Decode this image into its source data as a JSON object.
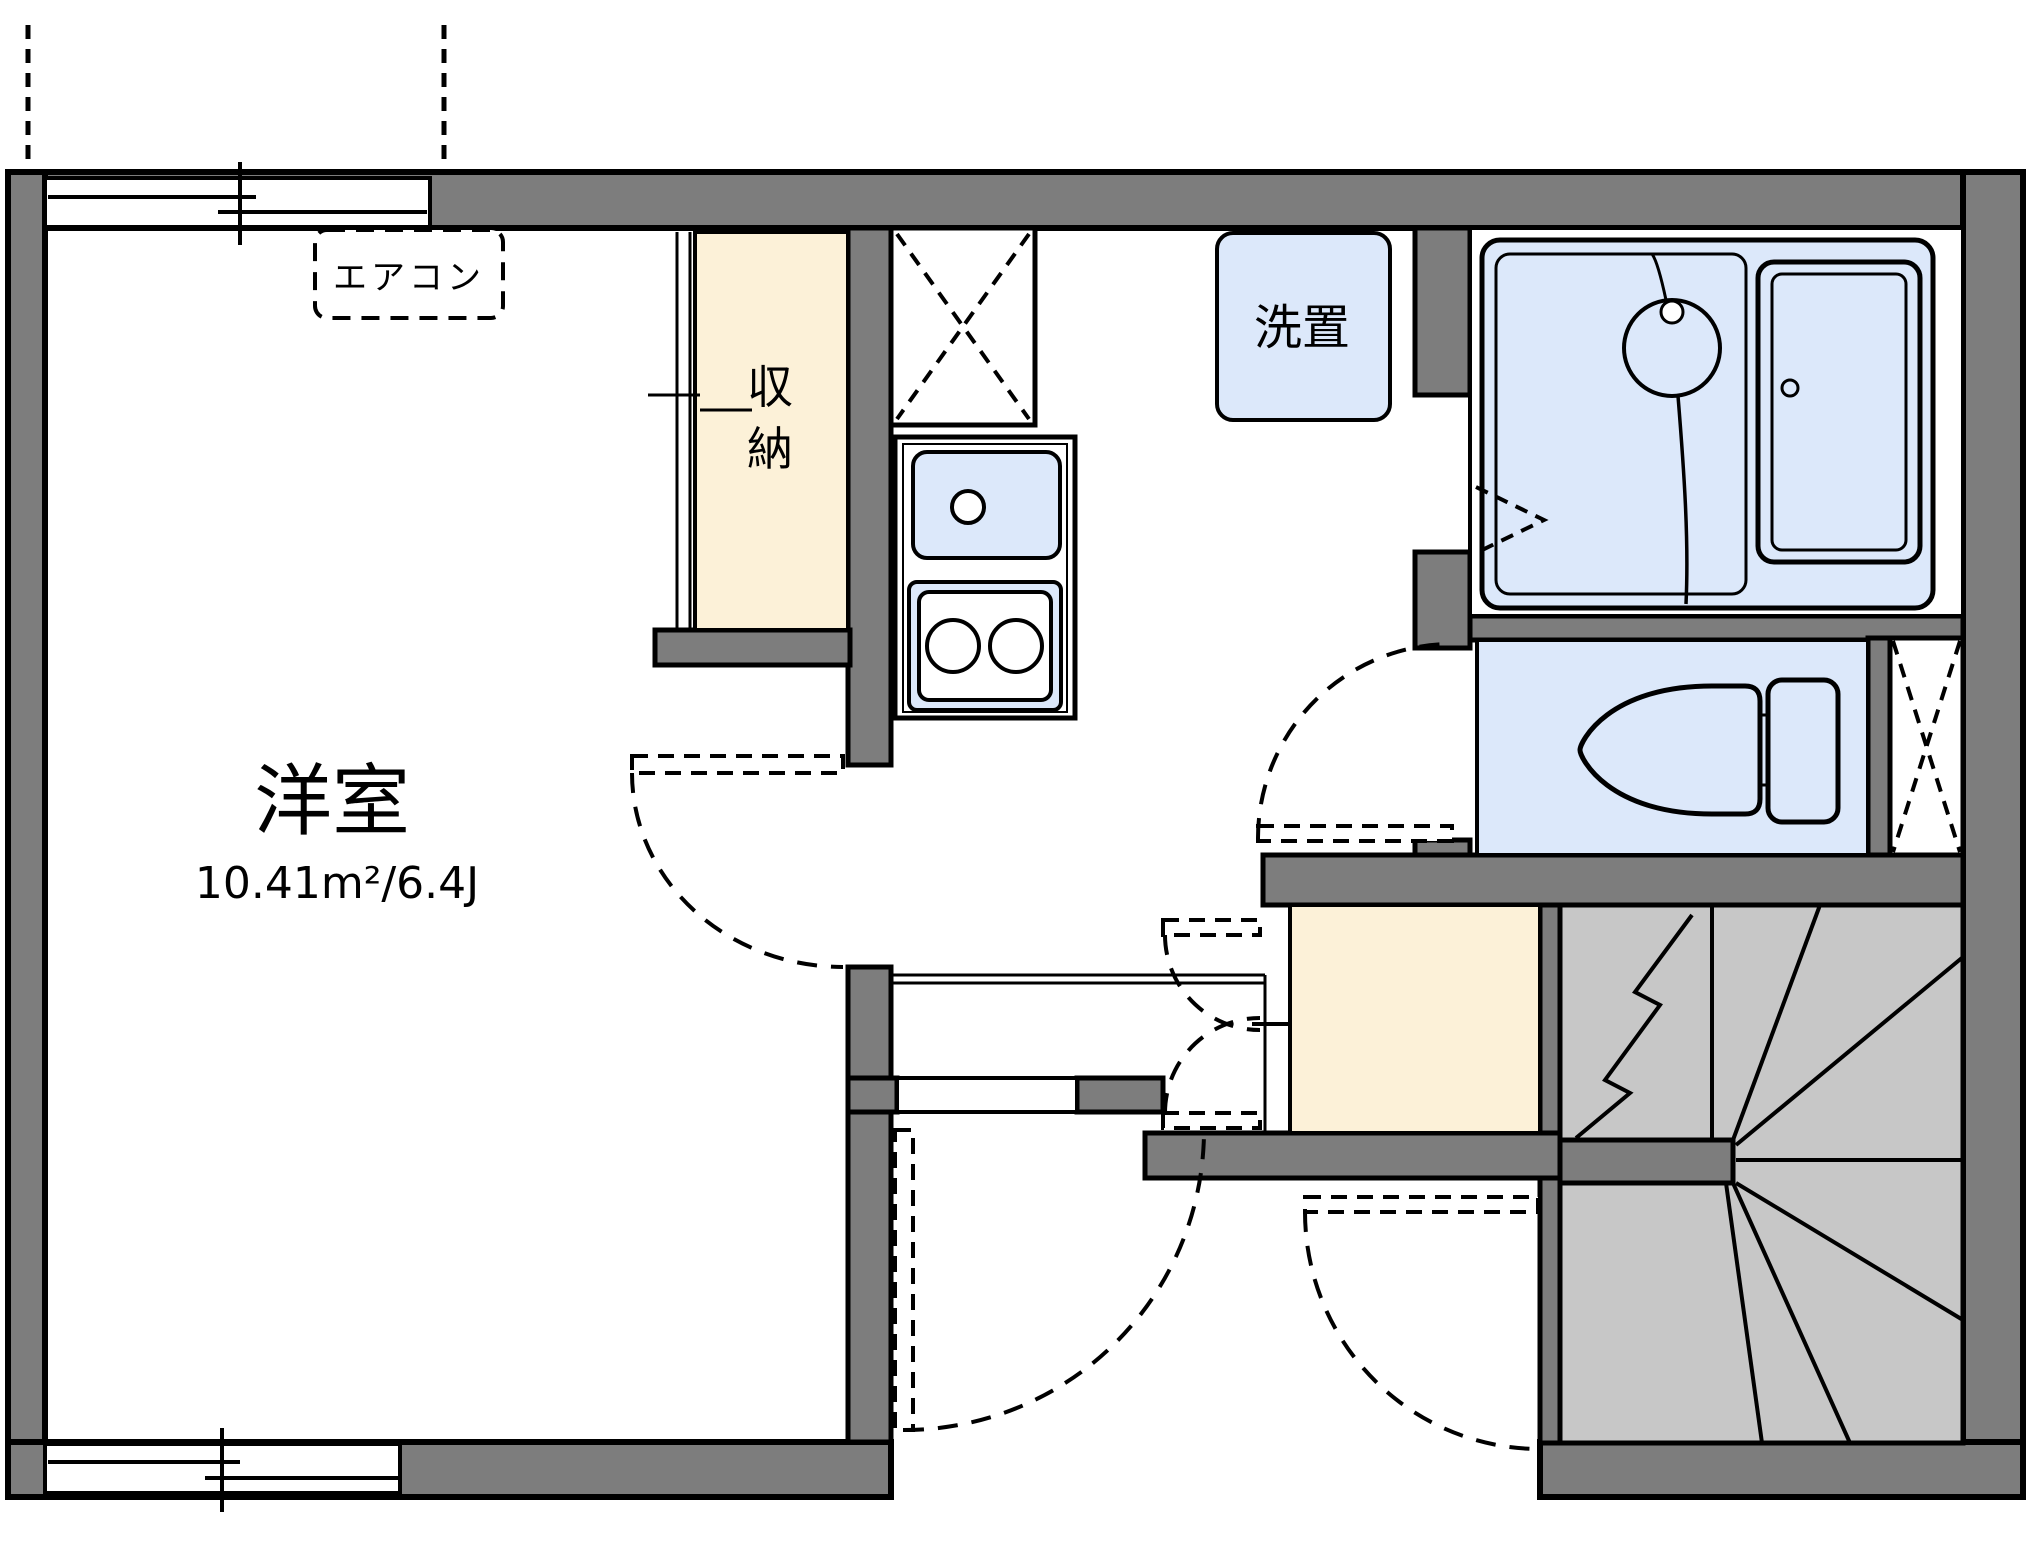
{
  "title": "apartment floor plan",
  "colors": {
    "wall": "#7d7d7d",
    "stair": "#c7c7c7",
    "cream": "#fcf1d8",
    "fixture": "#dce8fa",
    "line": "#000000"
  },
  "rooms": {
    "western_room": {
      "label": "洋室",
      "area": "10.41m²/6.4J"
    },
    "closet": {
      "label": "収納",
      "char1": "収",
      "char2": "納"
    },
    "washer_place": {
      "label": "洗置"
    },
    "aircon": {
      "label": "エアコン"
    }
  }
}
